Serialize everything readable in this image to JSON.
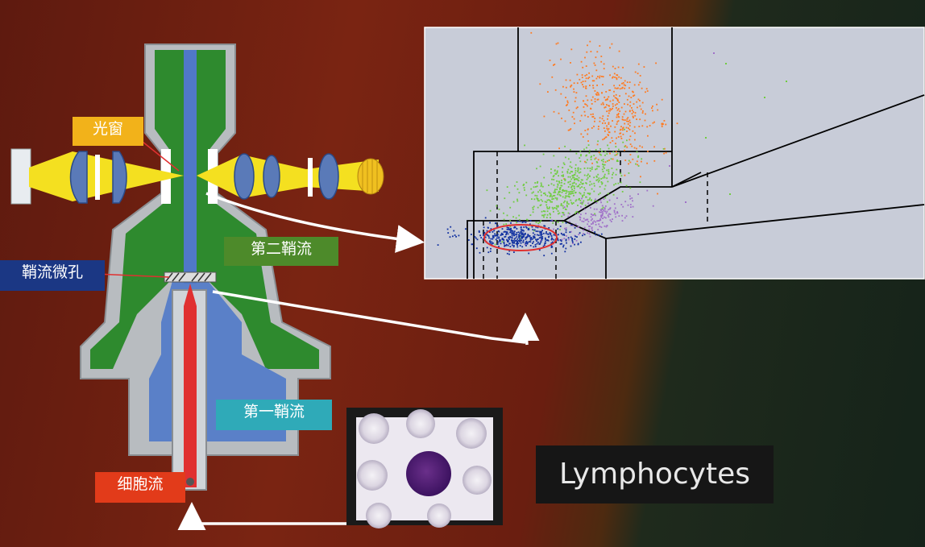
{
  "labels": {
    "optical_window": "光窗",
    "second_sheath_flow": "第二鞘流",
    "sheath_orifice": "鞘流微孔",
    "first_sheath_flow": "第一鞘流",
    "cell_stream": "细胞流",
    "lymphocytes": "Lymphocytes"
  },
  "colors": {
    "sheath_flow_green": "#2e8a2e",
    "sample_channel_blue": "#5078c8",
    "cell_stream_red": "#e03030",
    "optics_yellow": "#f4e020",
    "lens_blue": "#5a7ab8",
    "scatter_orange": "#ff7a20",
    "scatter_green": "#70cc40",
    "scatter_purple": "#a070c8",
    "scatter_blue": "#1030a0",
    "gate_ellipse_red": "#e03030"
  },
  "scatter_plot": {
    "populations": [
      {
        "color": "#ff7a20"
      },
      {
        "color": "#70cc40"
      },
      {
        "color": "#a070c8"
      },
      {
        "color": "#1030a0"
      }
    ]
  }
}
